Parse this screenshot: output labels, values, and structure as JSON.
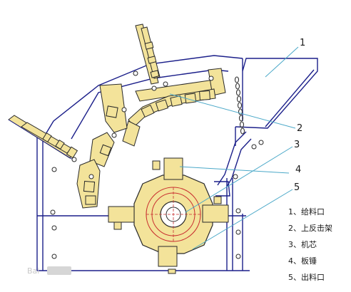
{
  "callouts": [
    "1",
    "2",
    "3",
    "4",
    "5"
  ],
  "legend": [
    "1、给料口",
    "2、上反击架",
    "3、机芯",
    "4、板锤",
    "5、出料口"
  ],
  "watermark": "Bai",
  "colors": {
    "outline": "#1b1f8a",
    "detail": "#2a2a2a",
    "yellow": "#f3e39a",
    "leader": "#4aa8c8",
    "chain": "#333333"
  }
}
